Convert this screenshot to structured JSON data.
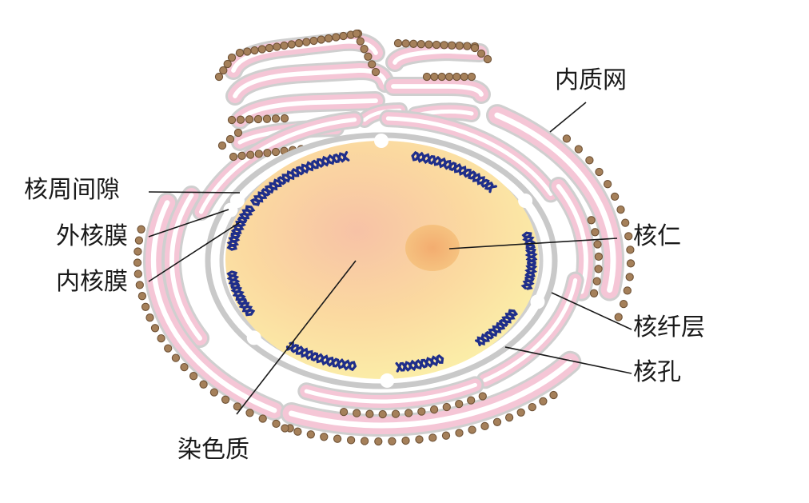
{
  "labels": {
    "er": "内质网",
    "perinuclear_space": "核周间隙",
    "outer_membrane": "外核膜",
    "inner_membrane": "内核膜",
    "nucleolus": "核仁",
    "lamina": "核纤层",
    "pore": "核孔",
    "chromatin": "染色质"
  },
  "colors": {
    "er_pink": "#f5c6d6",
    "er_outline": "#c9c9c9",
    "ribosome": "#a5805a",
    "nucleoplasm": "#fbeea8",
    "nucleolus": "#f0b06a",
    "chromatin": "#1f2e8a",
    "leader_line": "#1a1a1a"
  },
  "icons": {
    "ribosome": "ribosome-dot-icon",
    "chromatin": "chromatin-helix-icon"
  }
}
